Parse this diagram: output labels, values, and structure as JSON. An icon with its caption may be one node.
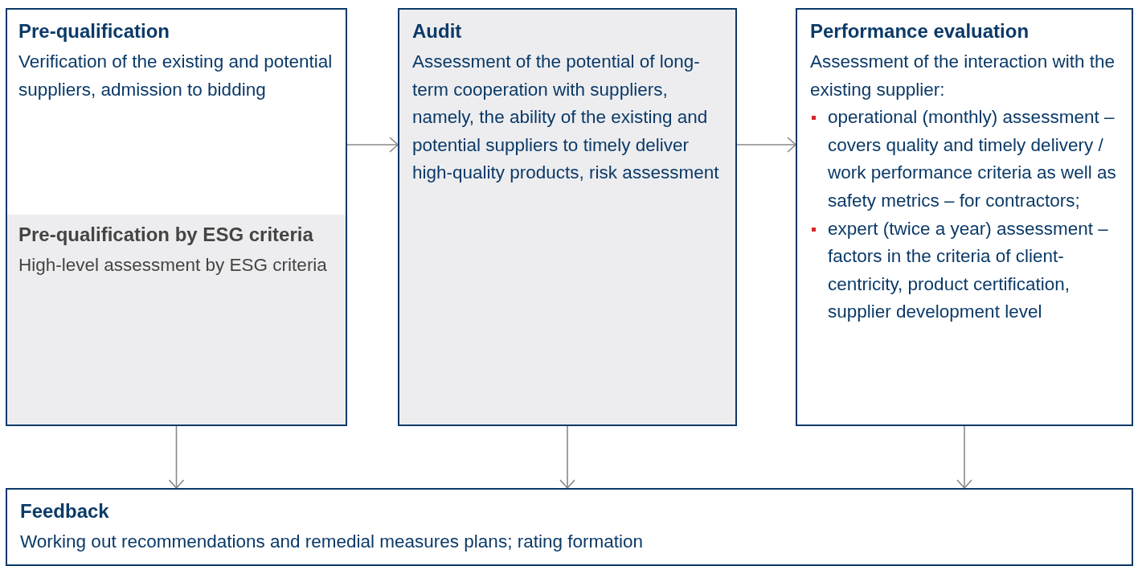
{
  "diagram": {
    "nodes": [
      {
        "text": [
          "Pre-qualification",
          "Verification of the existing and potential suppliers, admission to bidding"
        ]
      },
      {
        "text": [
          "Pre-qualification by ESG criteria",
          "High-level assessment by ESG criteria"
        ],
        "in": 0
      },
      {
        "text": [
          "Audit",
          "Assessment of the potential of long-term cooperation with suppliers, namely, the ability of the existing and potential suppliers to timely deliver high-quality products, risk assessment"
        ]
      },
      {
        "text": [
          "Performance evaluation",
          "Assessment of the interaction with the existing supplier:",
          "operational (monthly) assessment – covers quality and timely delivery / work performance criteria as well as safety metrics – for contractors;",
          "expert (twice a year) assessment – factors in the criteria of client-centricity, product certification, supplier development level"
        ]
      },
      {
        "text": [
          "Feedback",
          "Working out recommendations and remedial measures plans; rating formation"
        ]
      }
    ],
    "edges": [
      {
        "from": 0,
        "to": 2,
        "arrow": "to"
      },
      {
        "from": 2,
        "to": 3,
        "arrow": "to"
      },
      {
        "from": 0,
        "to": 4,
        "arrow": "to"
      },
      {
        "from": 2,
        "to": 4,
        "arrow": "to"
      },
      {
        "from": 3,
        "to": 4,
        "arrow": "to"
      }
    ]
  }
}
